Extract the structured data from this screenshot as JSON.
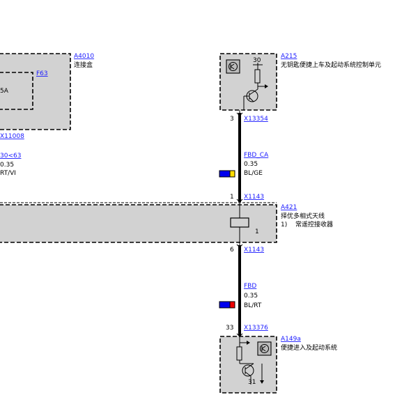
{
  "components": {
    "a4010": {
      "id": "A4010",
      "name": "连接盒"
    },
    "f63": {
      "id": "F63",
      "rating": "5A"
    },
    "a215": {
      "id": "A215",
      "name": "无钥匙便捷上车及起动系统控制单元",
      "pin_label": "30"
    },
    "a421": {
      "id": "A421",
      "name": "择优多相式天线",
      "sub_num": "1)",
      "sub_name": "常遥控接收器",
      "inner_num": "1"
    },
    "a149a": {
      "id": "A149a",
      "name": "便捷进入及起动系统",
      "pin_label": "31"
    }
  },
  "left_wire": {
    "connector": "X11008",
    "signal": "30<63",
    "size": "0.35",
    "color": "RT/VI"
  },
  "pins": {
    "a215_pin": {
      "num": "3",
      "connector": "X13354"
    },
    "a421_top": {
      "num": "1",
      "connector": "X1143"
    },
    "a421_bot": {
      "num": "6",
      "connector": "X1143"
    },
    "a149a_pin": {
      "num": "33",
      "connector": "X13376"
    }
  },
  "wires": {
    "upper": {
      "signal": "FBD_CA",
      "size": "0.35",
      "color": "BL/GE",
      "swatch": [
        "#0000ee",
        "#ffdd00"
      ]
    },
    "lower": {
      "signal": "FBD",
      "size": "0.35",
      "color": "BL/RT",
      "swatch": [
        "#0000ee",
        "#ee0000"
      ]
    }
  }
}
